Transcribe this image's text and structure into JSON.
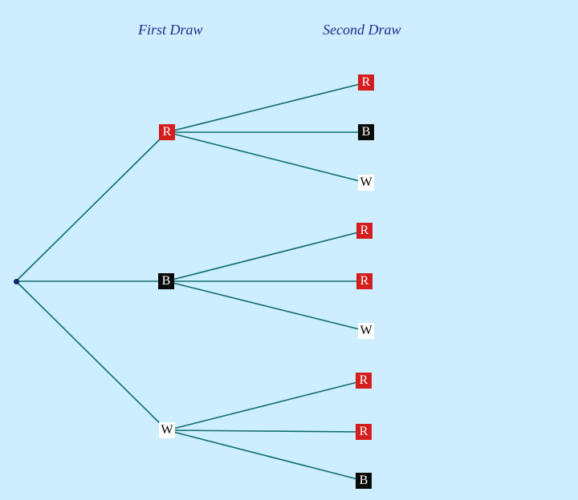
{
  "headers": {
    "first_draw": "First Draw",
    "second_draw": "Second Draw"
  },
  "colors": {
    "background": "#cdeefe",
    "branch": "#0f6e6a",
    "header_text": "#1a2f8a",
    "red": "#d41e1e",
    "black": "#0a0a0a",
    "white": "#ffffff"
  },
  "tree": {
    "first_draw": [
      {
        "label": "R",
        "color": "red",
        "second_draw": [
          {
            "label": "R",
            "color": "red"
          },
          {
            "label": "B",
            "color": "black"
          },
          {
            "label": "W",
            "color": "white"
          }
        ]
      },
      {
        "label": "B",
        "color": "black",
        "second_draw": [
          {
            "label": "R",
            "color": "red"
          },
          {
            "label": "R",
            "color": "red"
          },
          {
            "label": "W",
            "color": "white"
          }
        ]
      },
      {
        "label": "W",
        "color": "white",
        "second_draw": [
          {
            "label": "R",
            "color": "red"
          },
          {
            "label": "R",
            "color": "red"
          },
          {
            "label": "B",
            "color": "black"
          }
        ]
      }
    ]
  }
}
